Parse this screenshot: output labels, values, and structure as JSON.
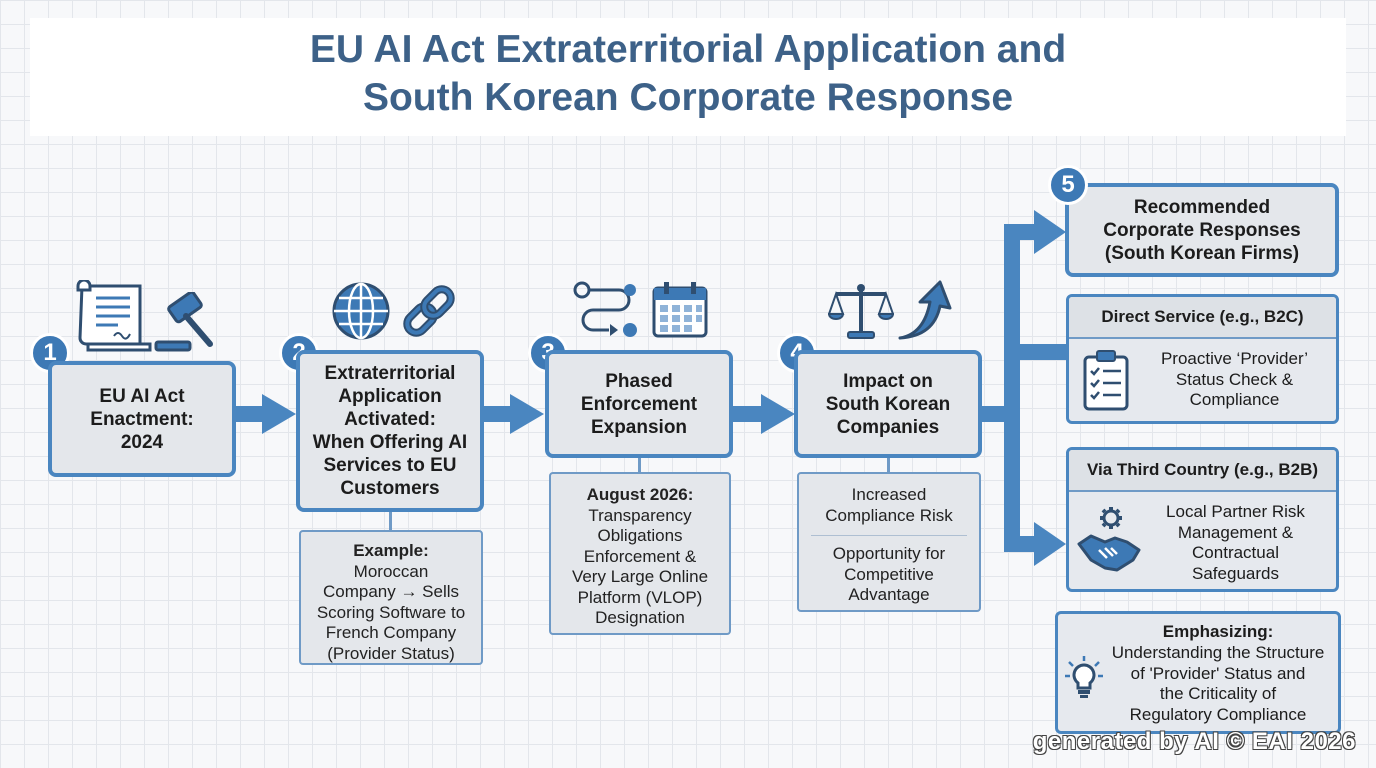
{
  "title": "EU AI Act Extraterritorial Application and\nSouth Korean Corporate Response",
  "steps": [
    {
      "num": "1",
      "label": "EU AI Act\nEnactment:\n2024",
      "icons": [
        "document-scroll-icon",
        "gavel-icon"
      ]
    },
    {
      "num": "2",
      "label": "Extraterritorial\nApplication\nActivated:\nWhen Offering AI\nServices to EU\nCustomers",
      "icons": [
        "globe-icon",
        "chain-link-icon"
      ]
    },
    {
      "num": "3",
      "label": "Phased\nEnforcement\nExpansion",
      "icons": [
        "workflow-icon",
        "calendar-icon"
      ]
    },
    {
      "num": "4",
      "label": "Impact on\nSouth Korean\nCompanies",
      "icons": [
        "scales-icon",
        "curved-arrow-up-icon"
      ]
    },
    {
      "num": "5",
      "label": "Recommended\nCorporate Responses\n(South Korean Firms)"
    }
  ],
  "example": {
    "heading": "Example:",
    "text": "Moroccan\nCompany → Sells\nScoring Software to\nFrench Company\n(Provider Status)"
  },
  "enforcement": {
    "heading": "August 2026:",
    "text": "Transparency\nObligations\nEnforcement &\nVery Large Online\nPlatform (VLOP)\nDesignation"
  },
  "impact": {
    "risk": "Increased\nCompliance Risk",
    "opportunity": "Opportunity for\nCompetitive\nAdvantage"
  },
  "responses": [
    {
      "heading": "Direct Service (e.g., B2C)",
      "text": "Proactive ‘Provider’\nStatus Check &\nCompliance",
      "icon": "clipboard-checklist-icon"
    },
    {
      "heading": "Via Third Country (e.g., B2B)",
      "text": "Local Partner Risk\nManagement &\nContractual\nSafeguards",
      "icon": "handshake-gear-icon"
    }
  ],
  "emphasis": {
    "heading": "Emphasizing:",
    "text": "Understanding the Structure\nof 'Provider' Status and\nthe Criticality of\nRegulatory Compliance",
    "icon": "lightbulb-icon"
  },
  "watermark": "generated by AI © EAI 2026",
  "colors": {
    "accent": "#4a86c0",
    "title": "#3d6188",
    "badge": "#3d79b5",
    "box_fill": "#e4e7eb"
  }
}
